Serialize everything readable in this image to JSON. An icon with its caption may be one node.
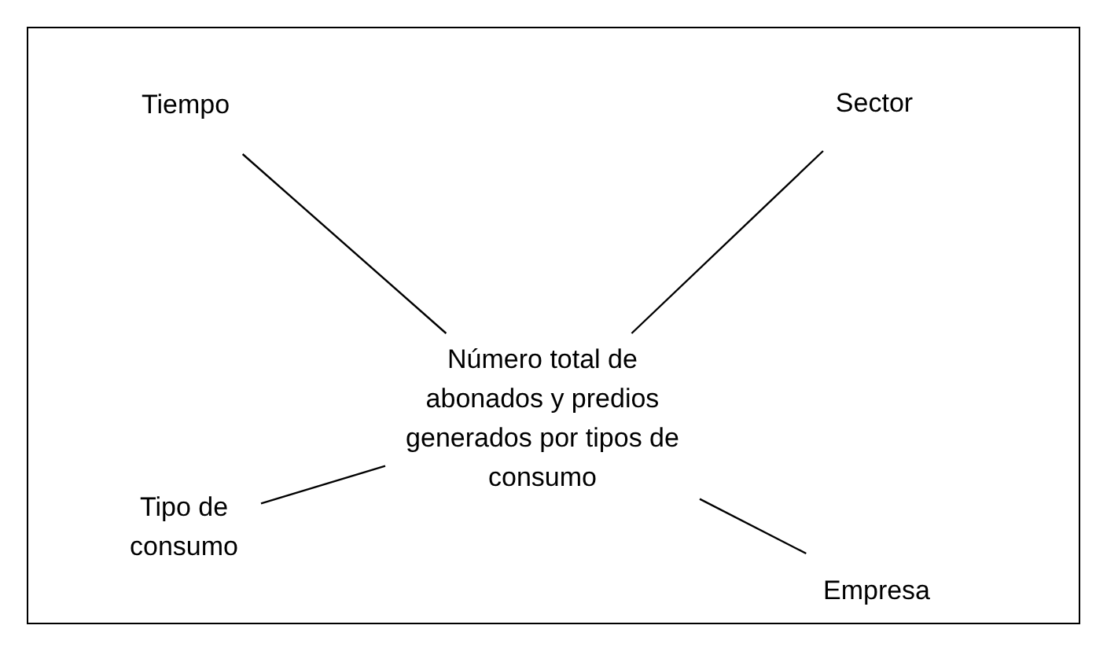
{
  "diagram": {
    "nodes": [
      {
        "text": [
          "Número total de abonados y predios generados por tipos de consumo"
        ]
      },
      {
        "text": [
          "Tiempo"
        ]
      },
      {
        "text": [
          "Sector"
        ]
      },
      {
        "text": [
          "Tipo de consumo"
        ]
      },
      {
        "text": [
          "Empresa"
        ]
      }
    ],
    "edges": [
      {
        "from": 0,
        "to": 1,
        "arrow": "none"
      },
      {
        "from": 0,
        "to": 2,
        "arrow": "none"
      },
      {
        "from": 0,
        "to": 3,
        "arrow": "none"
      },
      {
        "from": 0,
        "to": 4,
        "arrow": "none"
      }
    ]
  }
}
